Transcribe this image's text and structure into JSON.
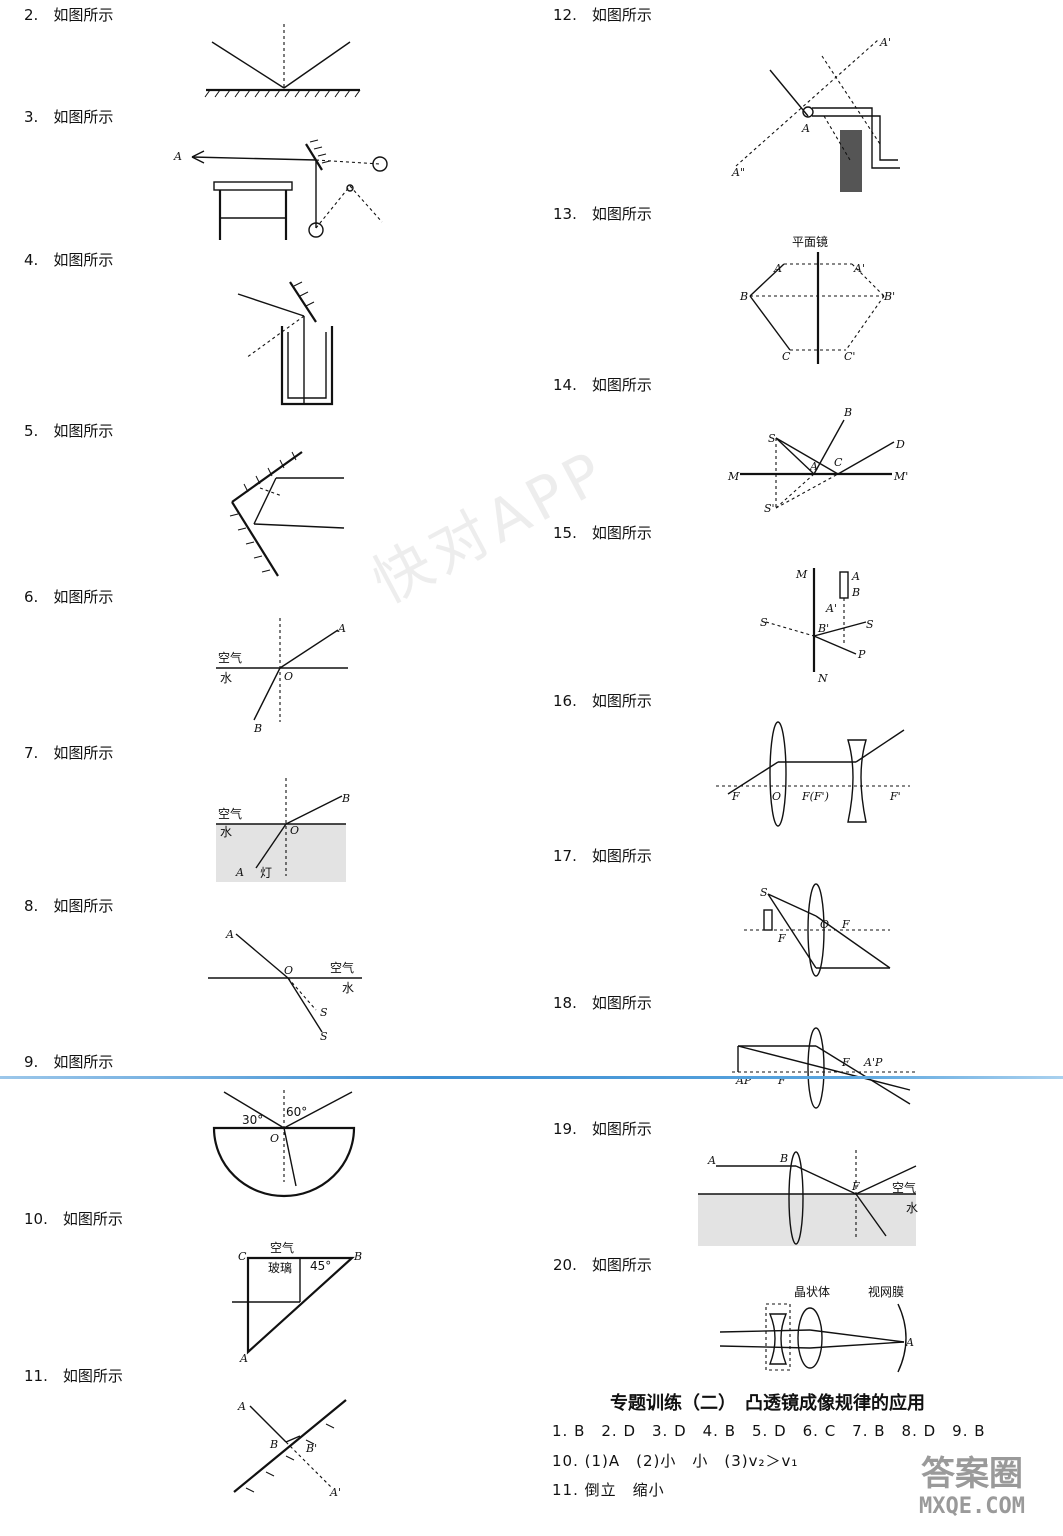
{
  "questions": [
    {
      "num": "2.",
      "text": "如图所示"
    },
    {
      "num": "3.",
      "text": "如图所示"
    },
    {
      "num": "4.",
      "text": "如图所示"
    },
    {
      "num": "5.",
      "text": "如图所示"
    },
    {
      "num": "6.",
      "text": "如图所示"
    },
    {
      "num": "7.",
      "text": "如图所示"
    },
    {
      "num": "8.",
      "text": "如图所示"
    },
    {
      "num": "9.",
      "text": "如图所示"
    },
    {
      "num": "10.",
      "text": "如图所示"
    },
    {
      "num": "11.",
      "text": "如图所示"
    },
    {
      "num": "12.",
      "text": "如图所示"
    },
    {
      "num": "13.",
      "text": "如图所示"
    },
    {
      "num": "14.",
      "text": "如图所示"
    },
    {
      "num": "15.",
      "text": "如图所示"
    },
    {
      "num": "16.",
      "text": "如图所示"
    },
    {
      "num": "17.",
      "text": "如图所示"
    },
    {
      "num": "18.",
      "text": "如图所示"
    },
    {
      "num": "19.",
      "text": "如图所示"
    },
    {
      "num": "20.",
      "text": "如图所示"
    }
  ],
  "figure_labels": {
    "air": "空气",
    "water": "水",
    "glass": "玻璃",
    "plane_mirror": "平面镜",
    "crystalline_lens": "晶状体",
    "retina": "视网膜",
    "lamp": "灯"
  },
  "section": {
    "title": "专题训练（二）　凸透镜成像规律的应用",
    "answers": [
      "1. B　2. D　3. D　4. B　5. D　6. C　7. B　8. D　9. B",
      "10. (1)A　(2)小　小　(3)v₂＞v₁",
      "11. 倒立　缩小"
    ]
  },
  "watermark": "快对APP",
  "stamp": {
    "line1": "答案圈",
    "line2": "MXQE.COM"
  }
}
